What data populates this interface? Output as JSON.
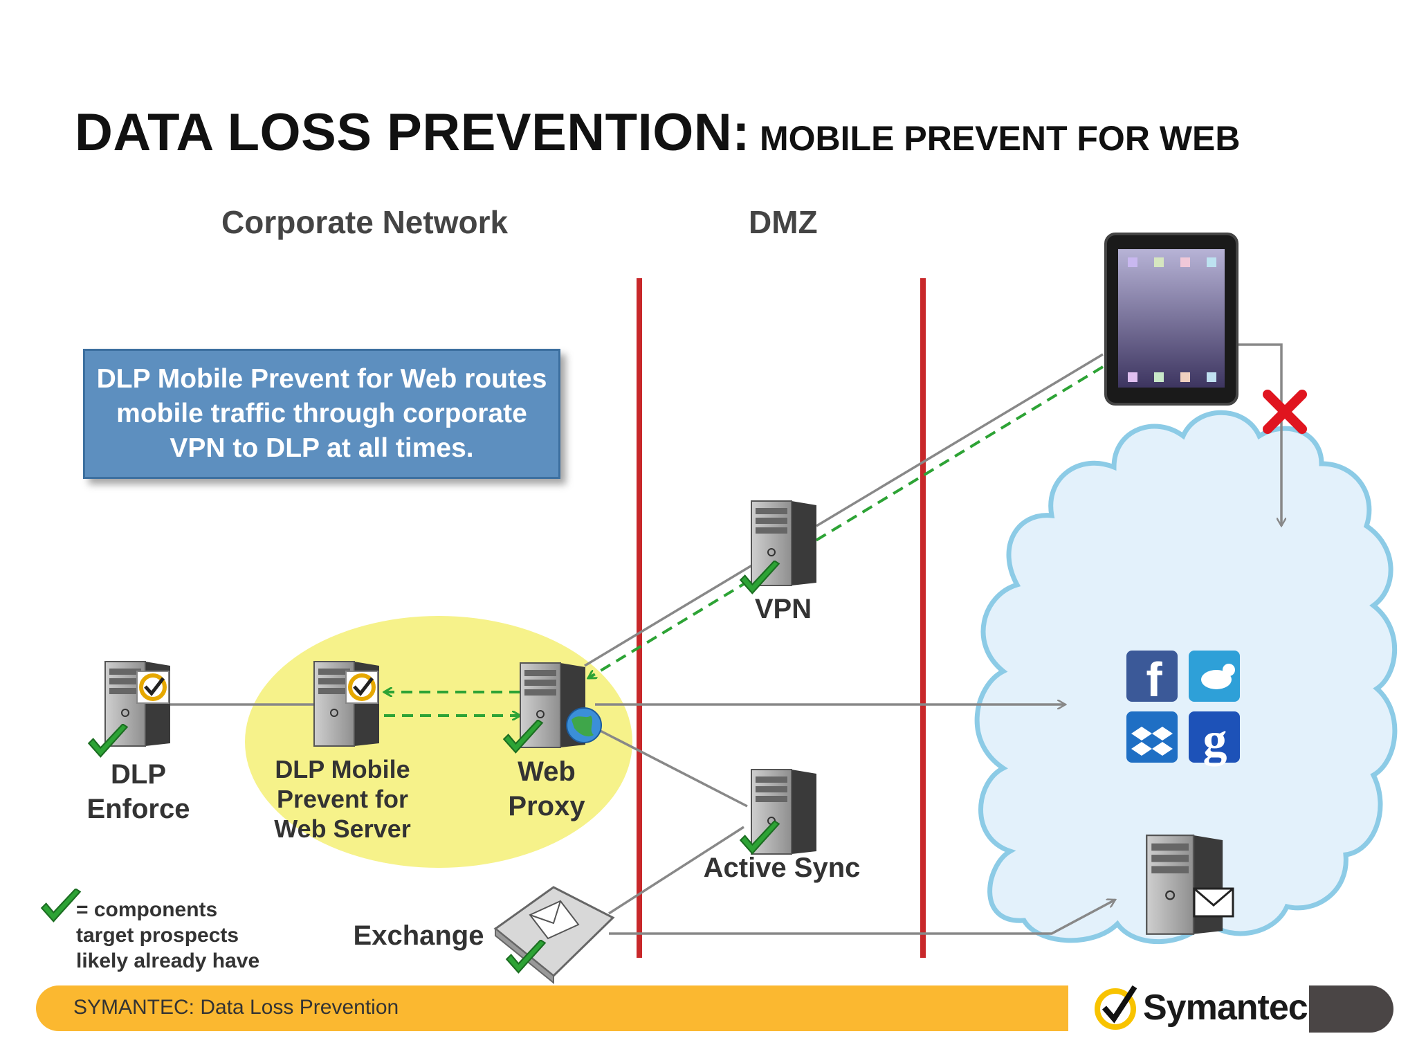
{
  "title": {
    "main": "DATA LOSS PREVENTION:",
    "sub": "MOBILE PREVENT FOR WEB"
  },
  "zones": {
    "corporate": "Corporate Network",
    "dmz": "DMZ"
  },
  "callout": "DLP Mobile Prevent for Web routes mobile traffic through corporate VPN to DLP at all times.",
  "nodes": {
    "dlp_enforce": [
      "DLP",
      "Enforce"
    ],
    "mobile_prevent": [
      "DLP Mobile",
      "Prevent for",
      "Web Server"
    ],
    "web_proxy": [
      "Web",
      "Proxy"
    ],
    "vpn": "VPN",
    "active_sync": "Active Sync",
    "exchange": "Exchange"
  },
  "legend": [
    "= components",
    "target prospects",
    "likely already have"
  ],
  "footer": {
    "text": "SYMANTEC: Data Loss Prevention",
    "brand": "Symantec."
  },
  "colors": {
    "callout": "#5d8fbf",
    "boundary": "#c8282a",
    "footer": "#fbb830",
    "check": "#2da335",
    "highlight": "#f6f28a"
  }
}
